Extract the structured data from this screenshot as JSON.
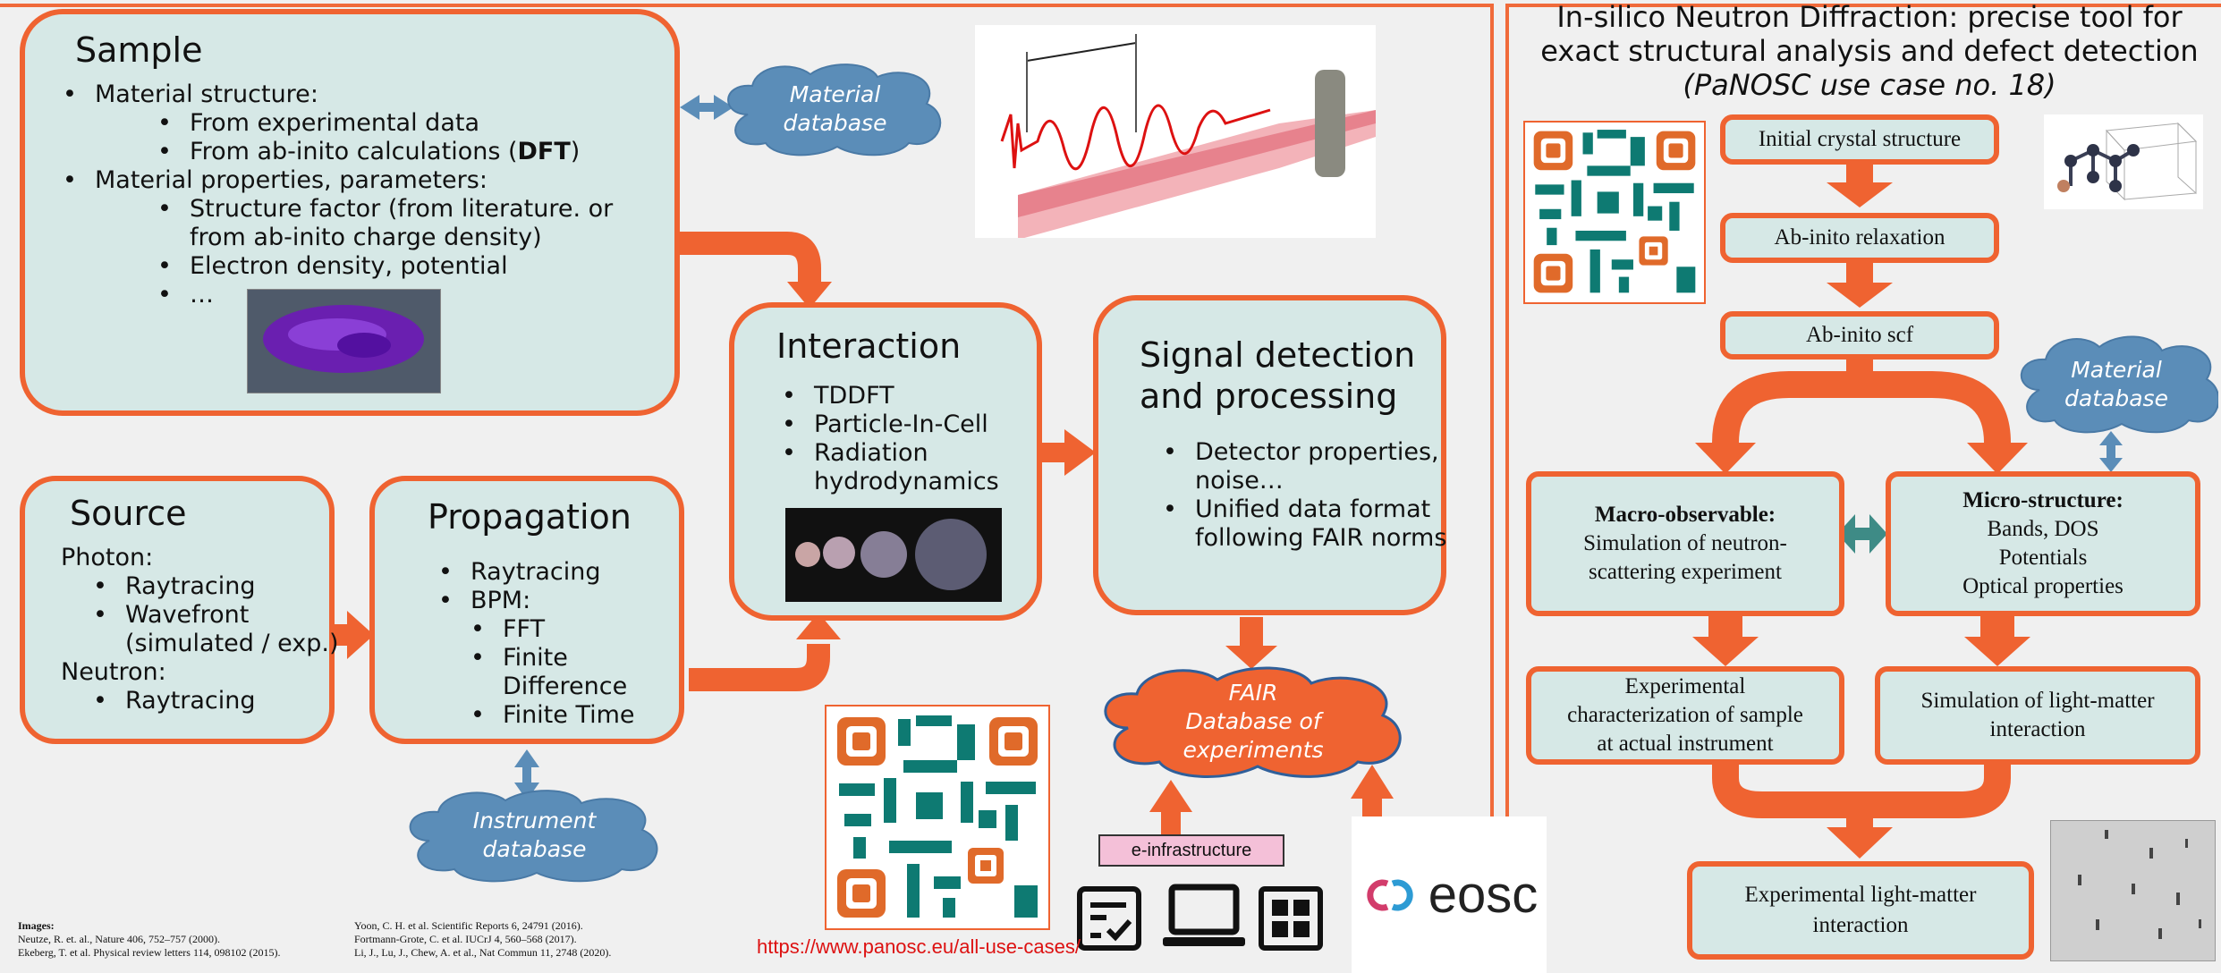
{
  "left": {
    "sample": {
      "title": "Sample",
      "b1": "Material structure",
      "b1_sub1": "From experimental data",
      "b1_sub2_pre": "From ab-inito calculations (",
      "b1_sub2_bold": "DFT",
      "b1_sub2_post": ")",
      "b2": "Material properties, parameters",
      "b2_sub1a": "Structure factor (from literature. or",
      "b2_sub1b": "from ab-inito charge density)",
      "b2_sub2": "Electron density,  potential",
      "b2_sub3": "…",
      "colon": ":"
    },
    "material_db": [
      "Material",
      "database"
    ],
    "interaction": {
      "title": "Interaction",
      "items": [
        "TDDFT",
        "Particle-In-Cell",
        "Radiation",
        "hydrodynamics"
      ]
    },
    "signal": {
      "title_line1": "Signal detection",
      "title_line2": "and processing",
      "items": [
        "Detector properties,",
        "noise…",
        "Unified data format",
        "following FAIR norms"
      ]
    },
    "source": {
      "title": "Source",
      "photon": "Photon",
      "photon_items": [
        "Raytracing",
        "Wavefront",
        "(simulated / exp.)"
      ],
      "neutron": "Neutron",
      "neutron_items": [
        "Raytracing"
      ]
    },
    "propagation": {
      "title": "Propagation",
      "items": [
        "Raytracing",
        "BPM:"
      ],
      "sub_items": [
        "FFT",
        "Finite",
        "Difference",
        "Finite Time"
      ]
    },
    "instrument_db": [
      "Instrument",
      "database"
    ],
    "fair_db": [
      "FAIR",
      "Database of",
      "experiments"
    ],
    "einfra": "e-infrastructure",
    "eosc": "eosc",
    "url": "https://www.panosc.eu/all-use-cases/",
    "images_heading": "Images:",
    "cites_col1": [
      "Neutze, R. et. al., Nature 406, 752–757 (2000).",
      "Ekeberg, T. et al.  Physical review letters 114, 098102 (2015)."
    ],
    "cites_col2": [
      "Yoon, C. H. et al. Scientific Reports 6, 24791 (2016).",
      "Fortmann-Grote, C. et al. IUCrJ 4, 560–568 (2017).",
      "Li, J., Lu, J., Chew, A. et al., Nat Commun 11, 2748 (2020)."
    ]
  },
  "right": {
    "title_line1": "In-silico Neutron Diffraction: precise tool for",
    "title_line2": "exact structural analysis and defect detection",
    "subtitle": "(PaNOSC use case no. 18)",
    "initial": "Initial crystal structure",
    "relax": "Ab-inito relaxation",
    "scf": "Ab-inito scf",
    "material_db": [
      "Material",
      "database"
    ],
    "macro_title": "Macro-observable",
    "macro_lines": [
      "Simulation of neutron-",
      "scattering experiment"
    ],
    "micro_title": "Micro-structure",
    "micro_lines": [
      "Bands, DOS",
      "Potentials",
      "Optical properties"
    ],
    "exp_char": [
      "Experimental",
      "characterization of sample",
      "at actual instrument"
    ],
    "sim_lm": [
      "Simulation of light-matter",
      "interaction"
    ],
    "exp_lm": [
      "Experimental light-matter",
      "interaction"
    ],
    "colon": ":"
  },
  "colors": {
    "accent": "#ef6331",
    "box_fill": "#d6e8e6",
    "cloud_blue": "#5b8db8",
    "teal": "#3e8b86"
  },
  "icons": [
    "checklist-icon",
    "laptop-icon",
    "grid-apps-icon",
    "qr-code-icon",
    "eosc-logo"
  ]
}
